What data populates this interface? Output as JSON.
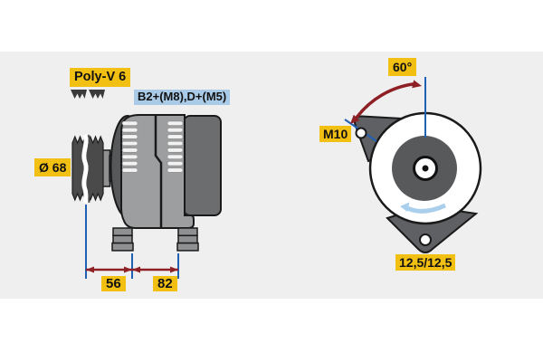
{
  "diagram": {
    "title": "Alternator technical drawing, side view and pulley-end view",
    "labels": {
      "belt_type": "Poly-V 6",
      "terminals": "B2+(M8),D+(M5)",
      "pulley_diameter": "Ø 68",
      "dim_pulley_to_mount": "56",
      "dim_mount_span": "82",
      "mount_angle": "60°",
      "thread_size": "M10",
      "mount_hole_spacing": "12,5/12,5"
    },
    "icons": {
      "belt_profile": "poly-v-belt-profile-icon",
      "angle_arrow": "angle-arc-double-arrow-icon",
      "rotation_arrow": "rotation-direction-arrow-icon"
    },
    "colors": {
      "label_yellow": "#f2c013",
      "label_blue": "#a9cbe8",
      "dimension_blue": "#2060b5",
      "arrow_dark_red": "#8e1f24",
      "rotation_light_blue": "#a9cfec",
      "body_gray": "#9c9ea0",
      "housing_dark_gray": "#56585a",
      "rear_block_gray": "#6b6d6f",
      "panel_background": "#efefef",
      "outline_black": "#1a1a1a"
    }
  }
}
